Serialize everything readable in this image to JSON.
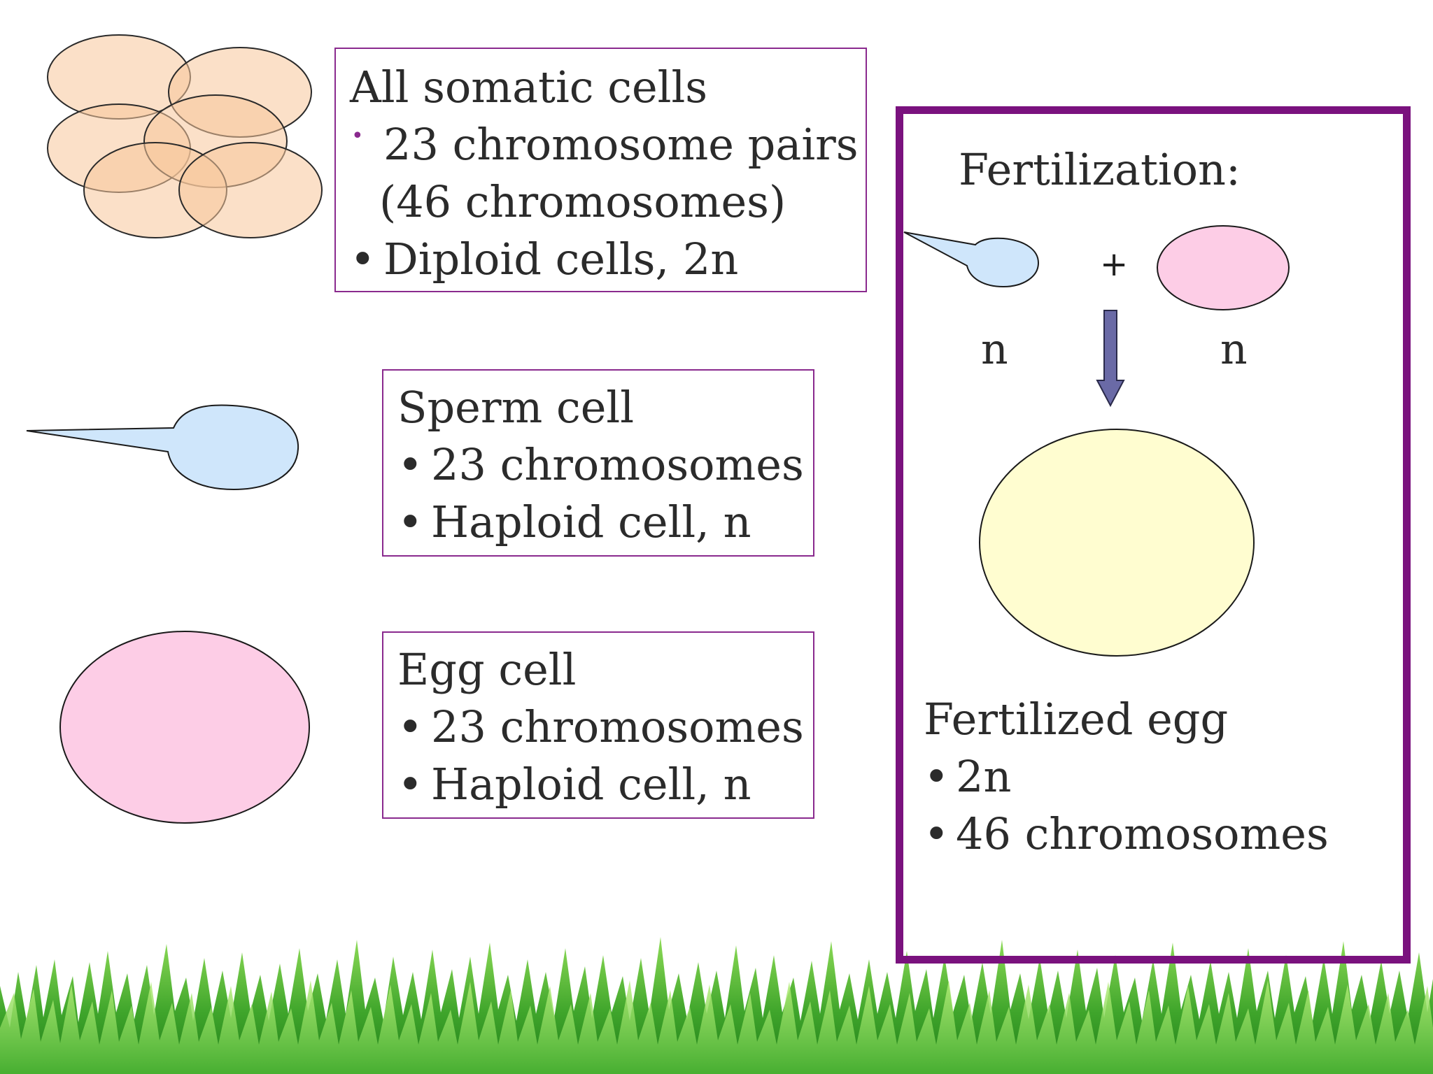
{
  "somatic": {
    "title": "All somatic cells",
    "bullet_small": "•",
    "bullet": "•",
    "line1": "23 chromosome pairs",
    "line2": "(46 chromosomes)",
    "line3": "Diploid cells, 2n"
  },
  "sperm": {
    "title": "Sperm cell",
    "bullet": "•",
    "line1": "23 chromosomes",
    "line2": "Haploid cell, n"
  },
  "egg": {
    "title": "Egg cell",
    "bullet": "•",
    "line1": "23 chromosomes",
    "line2": "Haploid cell, n"
  },
  "fertilization": {
    "title": "Fertilization:",
    "plus": "+",
    "sperm_label": "n",
    "egg_label": "n",
    "result_title": "Fertilized egg",
    "bullet": "•",
    "result_line1": "2n",
    "result_line2": "46 chromosomes"
  },
  "colors": {
    "box_border": "#8a2a8e",
    "frame_border": "#7a127e",
    "somatic_fill": "#f7c79a",
    "sperm_fill": "#cfe6fb",
    "egg_fill": "#fdcde6",
    "zygote_fill": "#fffdd0",
    "arrow_fill": "#6a6aa6",
    "grass_dark": "#2f8f1f",
    "grass_light": "#7fd34a"
  },
  "icons": {
    "somatic_cells": "overlapping-cells-icon",
    "sperm": "sperm-cell-icon",
    "egg": "egg-cell-icon",
    "zygote": "fertilized-egg-icon",
    "arrow": "down-arrow-icon",
    "grass": "grass-border"
  }
}
